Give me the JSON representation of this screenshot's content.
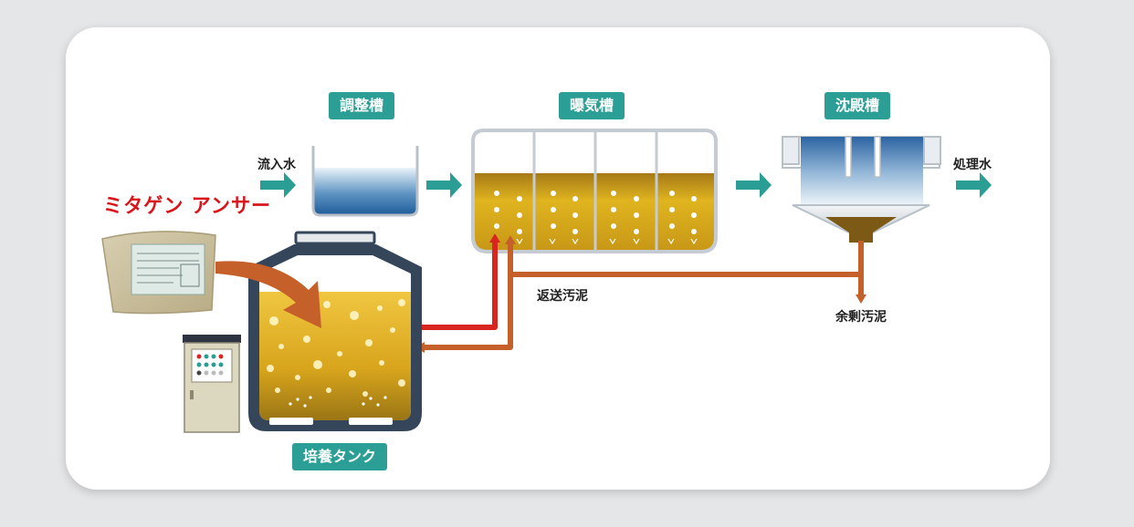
{
  "labels": {
    "adjustment_tank": "調整槽",
    "aeration_tank": "曝気槽",
    "settling_tank": "沈殿槽",
    "inflow_water": "流入水",
    "treated_water": "処理水",
    "return_sludge": "返送汚泥",
    "excess_sludge": "余剰汚泥",
    "culture_tank": "培養タンク",
    "brand_name": "ミタゲン アンサー"
  },
  "colors": {
    "teal_badge": "#2b9f95",
    "teal_arrow": "#2a9d94",
    "red_pipe": "#d9251f",
    "orange_pipe": "#c6602a",
    "sludge_yellow": "#d3a81c",
    "brand_red": "#d9141b"
  },
  "icons": {
    "flow_arrow": "right-arrow-icon",
    "control_panel": "control-panel-icon",
    "product_bag": "product-bag-icon"
  }
}
